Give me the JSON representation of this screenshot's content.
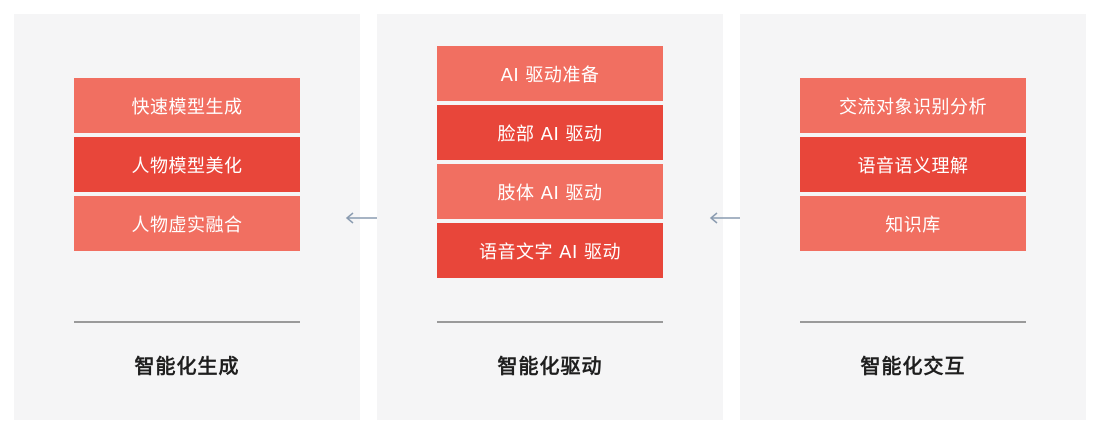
{
  "panels": [
    {
      "title": "智能化生成",
      "items": [
        {
          "label": "快速模型生成",
          "tone": "light"
        },
        {
          "label": "人物模型美化",
          "tone": "dark"
        },
        {
          "label": "人物虚实融合",
          "tone": "light"
        }
      ]
    },
    {
      "title": "智能化驱动",
      "items": [
        {
          "label": "AI 驱动准备",
          "tone": "light"
        },
        {
          "label": "脸部 AI 驱动",
          "tone": "dark"
        },
        {
          "label": "肢体 AI 驱动",
          "tone": "light"
        },
        {
          "label": "语音文字 AI 驱动",
          "tone": "dark"
        }
      ]
    },
    {
      "title": "智能化交互",
      "items": [
        {
          "label": "交流对象识别分析",
          "tone": "light"
        },
        {
          "label": "语音语义理解",
          "tone": "dark"
        },
        {
          "label": "知识库",
          "tone": "light"
        }
      ]
    }
  ],
  "colors": {
    "box_light": "#f16f61",
    "box_dark": "#e8463a",
    "panel_bg": "#f5f5f6",
    "connector": "#8a9bb0"
  },
  "connectors": [
    "double-arrow-icon",
    "double-arrow-icon"
  ]
}
